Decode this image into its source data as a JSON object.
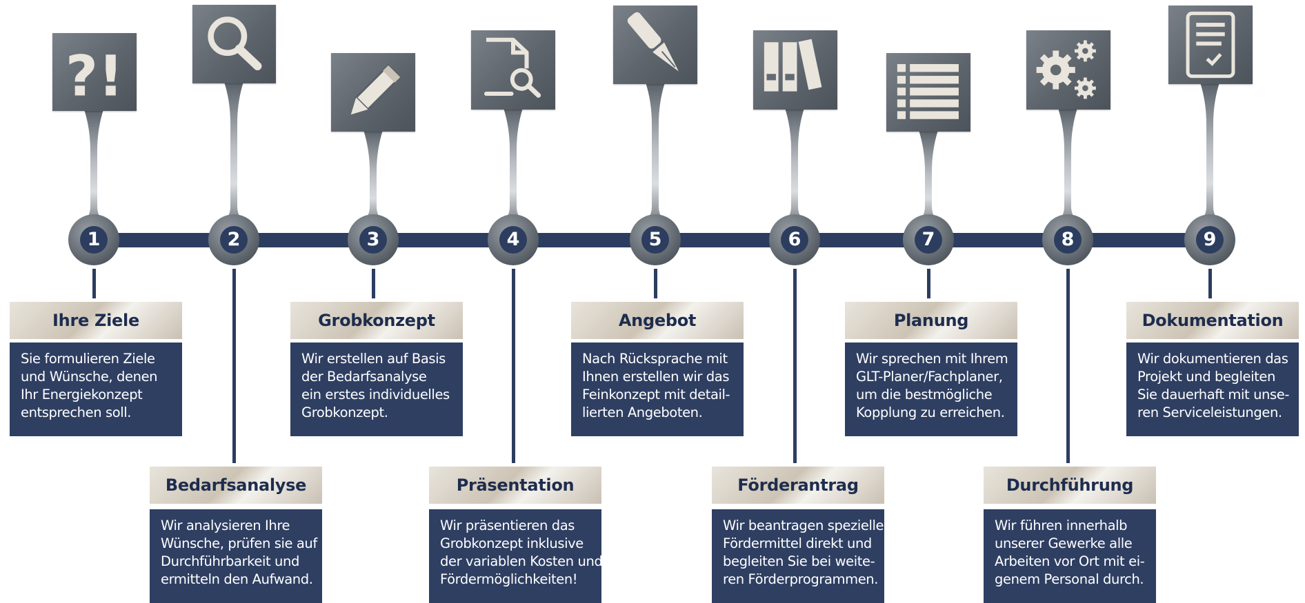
{
  "steps": [
    {
      "number": "1",
      "title": "Ihre Ziele",
      "icon": "question-exclamation-icon",
      "lines": [
        "Sie formulieren Ziele",
        "und Wünsche, denen",
        "Ihr Energiekonzept",
        "entsprechen soll."
      ]
    },
    {
      "number": "2",
      "title": "Bedarfsanalyse",
      "icon": "magnifier-icon",
      "lines": [
        "Wir analysieren Ihre",
        "Wünsche, prüfen sie auf",
        "Durchführbarkeit und",
        "ermitteln den Aufwand."
      ]
    },
    {
      "number": "3",
      "title": "Grobkonzept",
      "icon": "pencil-icon",
      "lines": [
        "Wir erstellen auf Basis",
        "der Bedarfsanalyse",
        "ein erstes individuelles",
        "Grobkonzept."
      ]
    },
    {
      "number": "4",
      "title": "Präsentation",
      "icon": "document-search-icon",
      "lines": [
        "Wir präsentieren das",
        "Grobkonzept inklusive",
        "der variablen Kosten und",
        "Fördermöglichkeiten!"
      ]
    },
    {
      "number": "5",
      "title": "Angebot",
      "icon": "fountain-pen-icon",
      "lines": [
        "Nach Rücksprache mit",
        "Ihnen erstellen wir das",
        "Feinkonzept  mit detail-",
        "lierten Angeboten."
      ]
    },
    {
      "number": "6",
      "title": "Förderantrag",
      "icon": "binders-icon",
      "lines": [
        "Wir beantragen spezielle",
        "Fördermittel direkt und",
        "begleiten Sie bei weite-",
        "ren Förderprogrammen."
      ]
    },
    {
      "number": "7",
      "title": "Planung",
      "icon": "list-icon",
      "lines": [
        "Wir sprechen mit Ihrem",
        "GLT-Planer/Fachplaner,",
        "um die bestmögliche",
        "Kopplung zu erreichen."
      ]
    },
    {
      "number": "8",
      "title": "Durchführung",
      "icon": "gears-icon",
      "lines": [
        "Wir führen innerhalb",
        "unserer Gewerke alle",
        "Arbeiten vor Ort mit ei-",
        "genem Personal durch."
      ]
    },
    {
      "number": "9",
      "title": "Dokumentation",
      "icon": "checklist-document-icon",
      "lines": [
        "Wir dokumentieren das",
        "Projekt und begleiten",
        "Sie dauerhaft mit unse-",
        "ren Serviceleistungen."
      ]
    }
  ],
  "colors": {
    "navy": "#2c3d5f",
    "box": "#2f3f62",
    "title_text": "#1e2d4e",
    "icon_gray": "#636a72"
  }
}
